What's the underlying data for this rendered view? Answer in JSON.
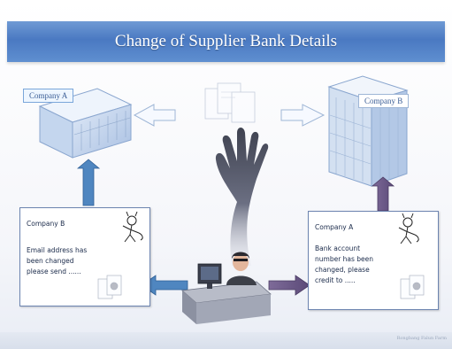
{
  "title": "Change of Supplier Bank Details",
  "company_a_tag": "Company A",
  "company_b_tag": "Company B",
  "left_note": {
    "heading": "Company B",
    "lines": [
      "Email address has",
      "been changed",
      "please send ......"
    ]
  },
  "right_note": {
    "heading": "Company A",
    "lines": [
      "Bank account",
      "number has been",
      "changed, please",
      "credit to ....."
    ]
  },
  "watermark": "Rongbang Falun Farm",
  "colors": {
    "title_bar": "#4a79c2",
    "arrow_blue": "#4f86c0",
    "arrow_purple": "#6d5a8a",
    "hand": "#4b4e5c"
  }
}
